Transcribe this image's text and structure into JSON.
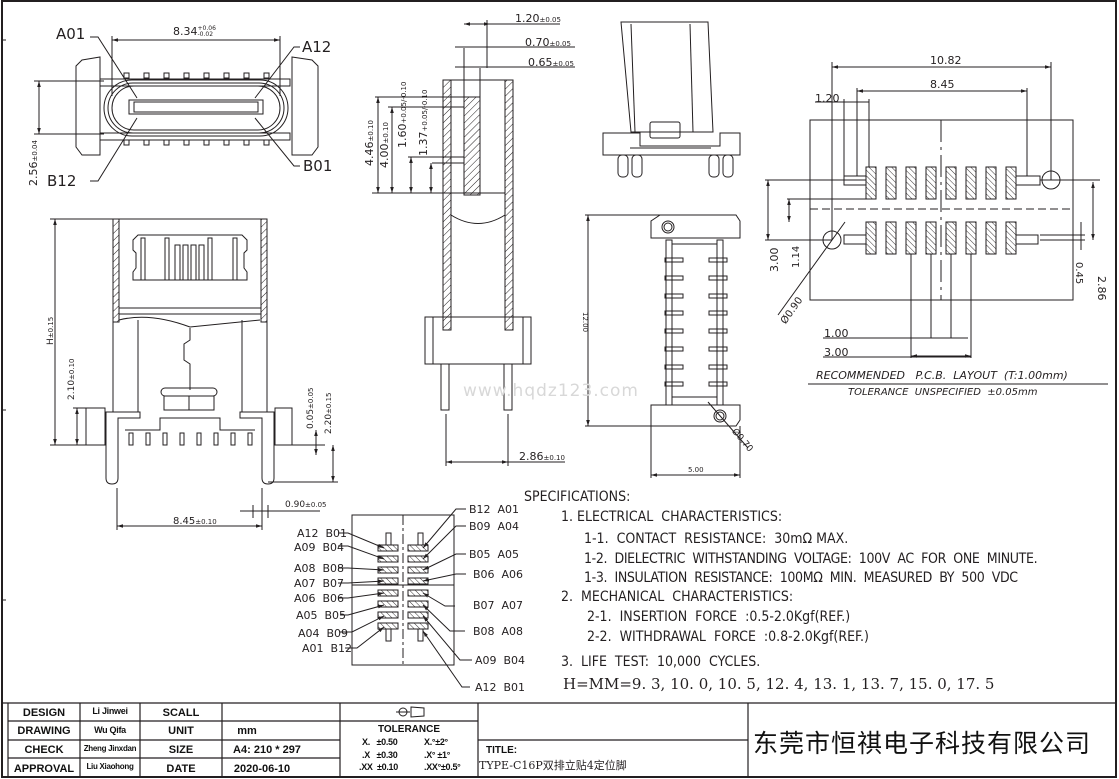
{
  "watermark": "www.hqdz123.com",
  "top_view": {
    "labels": {
      "a01": "A01",
      "a12": "A12",
      "b12": "B12",
      "b01": "B01"
    },
    "width_dim": {
      "value": "8.34",
      "tol_upper": "+0.06",
      "tol_lower": "-0.02"
    },
    "height_dim": {
      "value": "2.56",
      "tol": "±0.04"
    }
  },
  "side_section": {
    "dims": [
      {
        "value": "1.20",
        "tol": "±0.05"
      },
      {
        "value": "0.70",
        "tol": "±0.05"
      },
      {
        "value": "0.65",
        "tol": "±0.05"
      },
      {
        "value": "4.46",
        "tol": "±0.10"
      },
      {
        "value": "4.00",
        "tol": "±0.10"
      },
      {
        "value": "1.60",
        "tol": "+0.05/-0.10"
      },
      {
        "value": "1.37",
        "tol": "+0.05/-0.10"
      }
    ],
    "pin_pitch": {
      "value": "2.86",
      "tol": "±0.10"
    }
  },
  "front_view": {
    "height": {
      "value": "H",
      "tol": "±0.15"
    },
    "shell": {
      "value": "2.10",
      "tol": "±0.10"
    },
    "offset": {
      "value": "0.05",
      "tol": "±0.05"
    },
    "leg": {
      "value": "2.20",
      "tol": "±0.15"
    },
    "leg_width": {
      "value": "0.90",
      "tol": "±0.05"
    },
    "span": {
      "value": "8.45",
      "tol": "±0.10"
    }
  },
  "bottom_view": {
    "length": "12.00",
    "width": "5.00",
    "hole": "Ø0.70"
  },
  "pcb_layout": {
    "dims": {
      "overall": "10.82",
      "span": "8.45",
      "pad": "1.20",
      "offset_a": "3.00",
      "offset_b": "1.14",
      "hole": "Ø0.90",
      "slot_w": "0.45",
      "slot_h": "2.86",
      "pitch": "1.00",
      "pitch3": "3.00"
    },
    "title": "RECOMMENDED   P.C.B.  LAYOUT  (T:1.00mm)",
    "tolerance": "TOLERANCE  UNSPECIFIED  ±0.05mm"
  },
  "pinout": {
    "left": [
      "A12  B01",
      "A09  B04",
      "A08  B08",
      "A07  B07",
      "A06  B06",
      "A05  B05",
      "A04  B09",
      "A01  B12"
    ],
    "right": [
      "B12  A01",
      "B09  A04",
      "B05  A05",
      "B06  A06",
      "B07  A07",
      "B08  A08",
      "A09  B04",
      "A12  B01"
    ]
  },
  "specifications": {
    "heading": "SPECIFICATIONS:",
    "lines": [
      "1. ELECTRICAL  CHARACTERISTICS:",
      "1-1.  CONTACT  RESISTANCE:  30mΩ MAX.",
      "1-2.  DIELECTRIC  WITHSTANDING  VOLTAGE:  100V  AC  FOR  ONE  MINUTE.",
      "1-3.  INSULATION  RESISTANCE:  100MΩ  MIN.  MEASURED  BY  500  VDC",
      "2.  MECHANICAL  CHARACTERISTICS:",
      "2-1.  INSERTION  FORCE  :0.5-2.0Kgf(REF.)",
      "2-2.  WITHDRAWAL  FORCE  :0.8-2.0Kgf(REF.)",
      "3.  LIFE  TEST:  10,000  CYCLES."
    ],
    "heights": "H=MM=9. 3, 10. 0, 10. 5, 12. 4, 13. 1, 13. 7, 15. 0, 17. 5"
  },
  "title_block": {
    "rows": [
      {
        "role": "DESIGN",
        "name": "Li Jinwei",
        "field": "SCALL",
        "value": ""
      },
      {
        "role": "DRAWING",
        "name": "Wu Qifa",
        "field": "UNIT",
        "value": "mm"
      },
      {
        "role": "CHECK",
        "name": "Zheng Jinxdan",
        "field": "SIZE",
        "value": "A4: 210 * 297"
      },
      {
        "role": "APPROVAL",
        "name": "Liu Xiaohong",
        "field": "DATE",
        "value": "2020-06-10"
      }
    ],
    "tolerance": {
      "heading": "TOLERANCE",
      "rows": [
        {
          "a": "X.   ±0.50",
          "b": "X.°±2°"
        },
        {
          "a": ".X   ±0.30",
          "b": ".X° ±1°"
        },
        {
          "a": ".XX  ±0.10",
          "b": ".XX°±0.5°"
        }
      ]
    },
    "title_label": "TITLE:",
    "title_value": "TYPE-C16P双排立贴4定位脚",
    "company": "东莞市恒祺电子科技有限公司"
  }
}
